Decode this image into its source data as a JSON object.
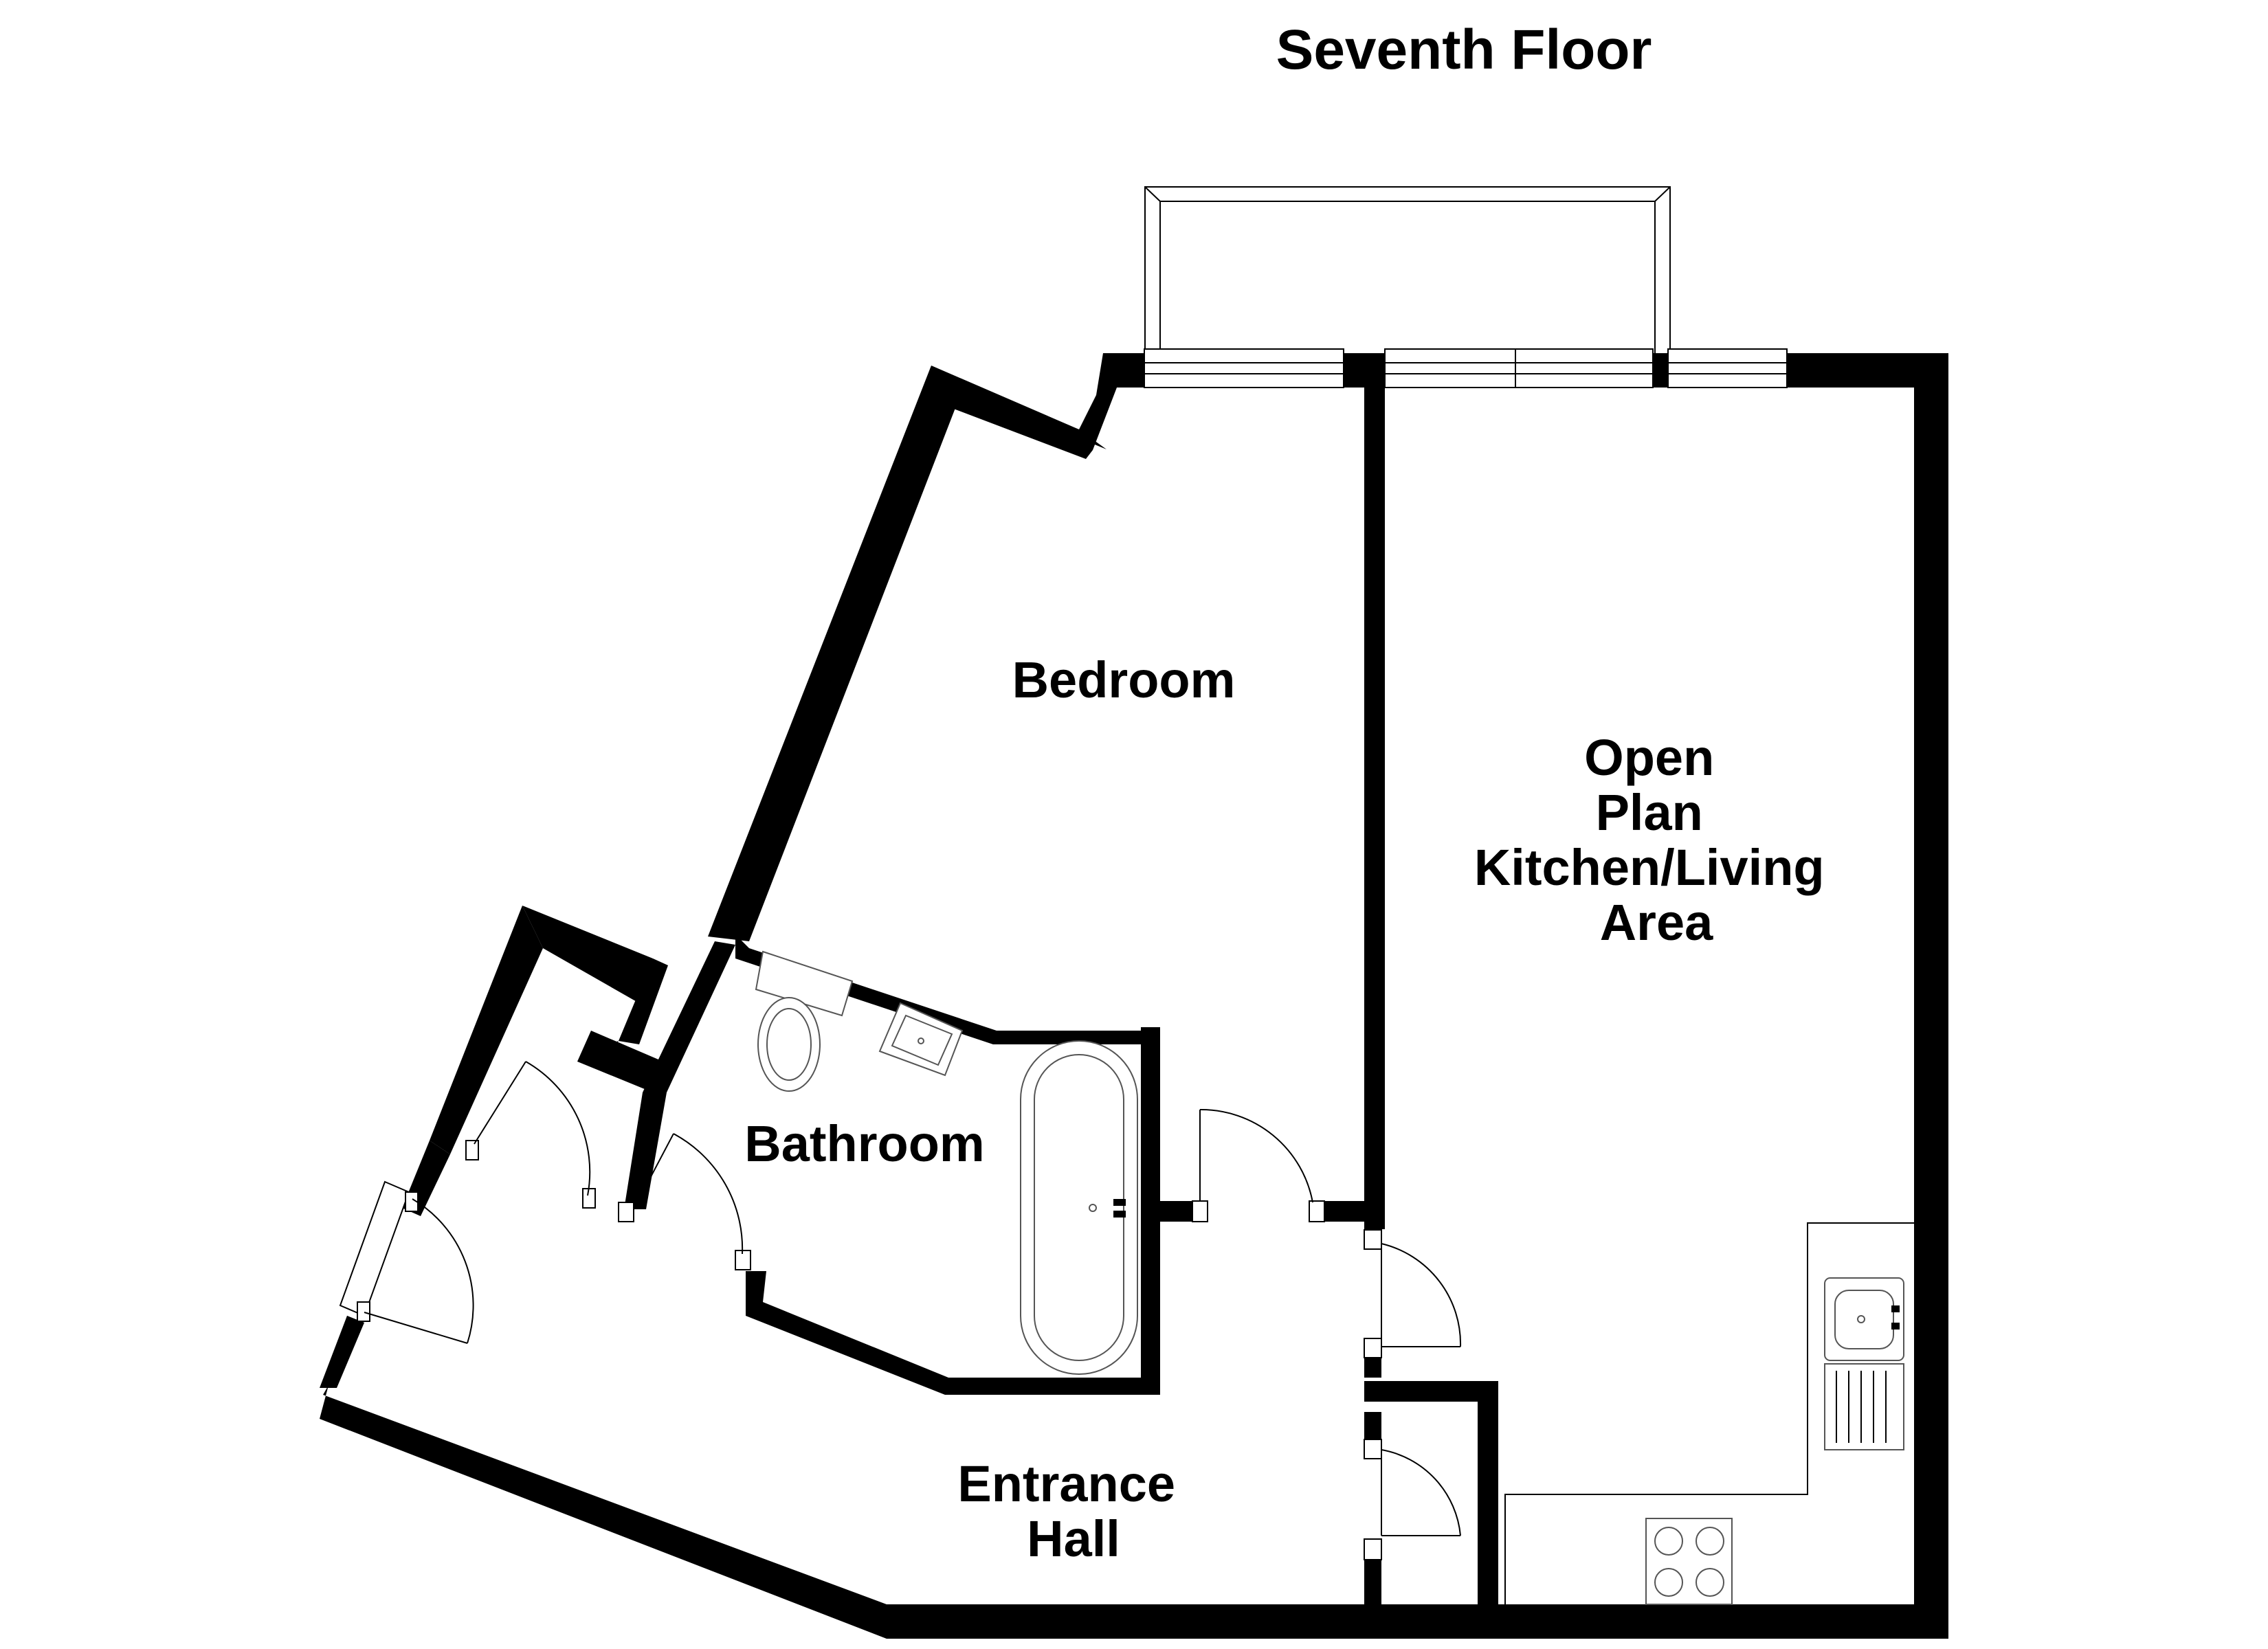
{
  "floor_title": "Seventh Floor",
  "rooms": [
    {
      "id": "bedroom",
      "lines": [
        "Bedroom"
      ]
    },
    {
      "id": "kitchen-living",
      "lines": [
        "Open",
        "Plan",
        "Kitchen/Living",
        "Area"
      ]
    },
    {
      "id": "bathroom",
      "lines": [
        "Bathroom"
      ]
    },
    {
      "id": "entrance-hall",
      "lines": [
        "Entrance",
        "Hall"
      ]
    }
  ],
  "colors": {
    "wall": "#000000",
    "background": "#ffffff",
    "fixture_line": "#555555"
  }
}
